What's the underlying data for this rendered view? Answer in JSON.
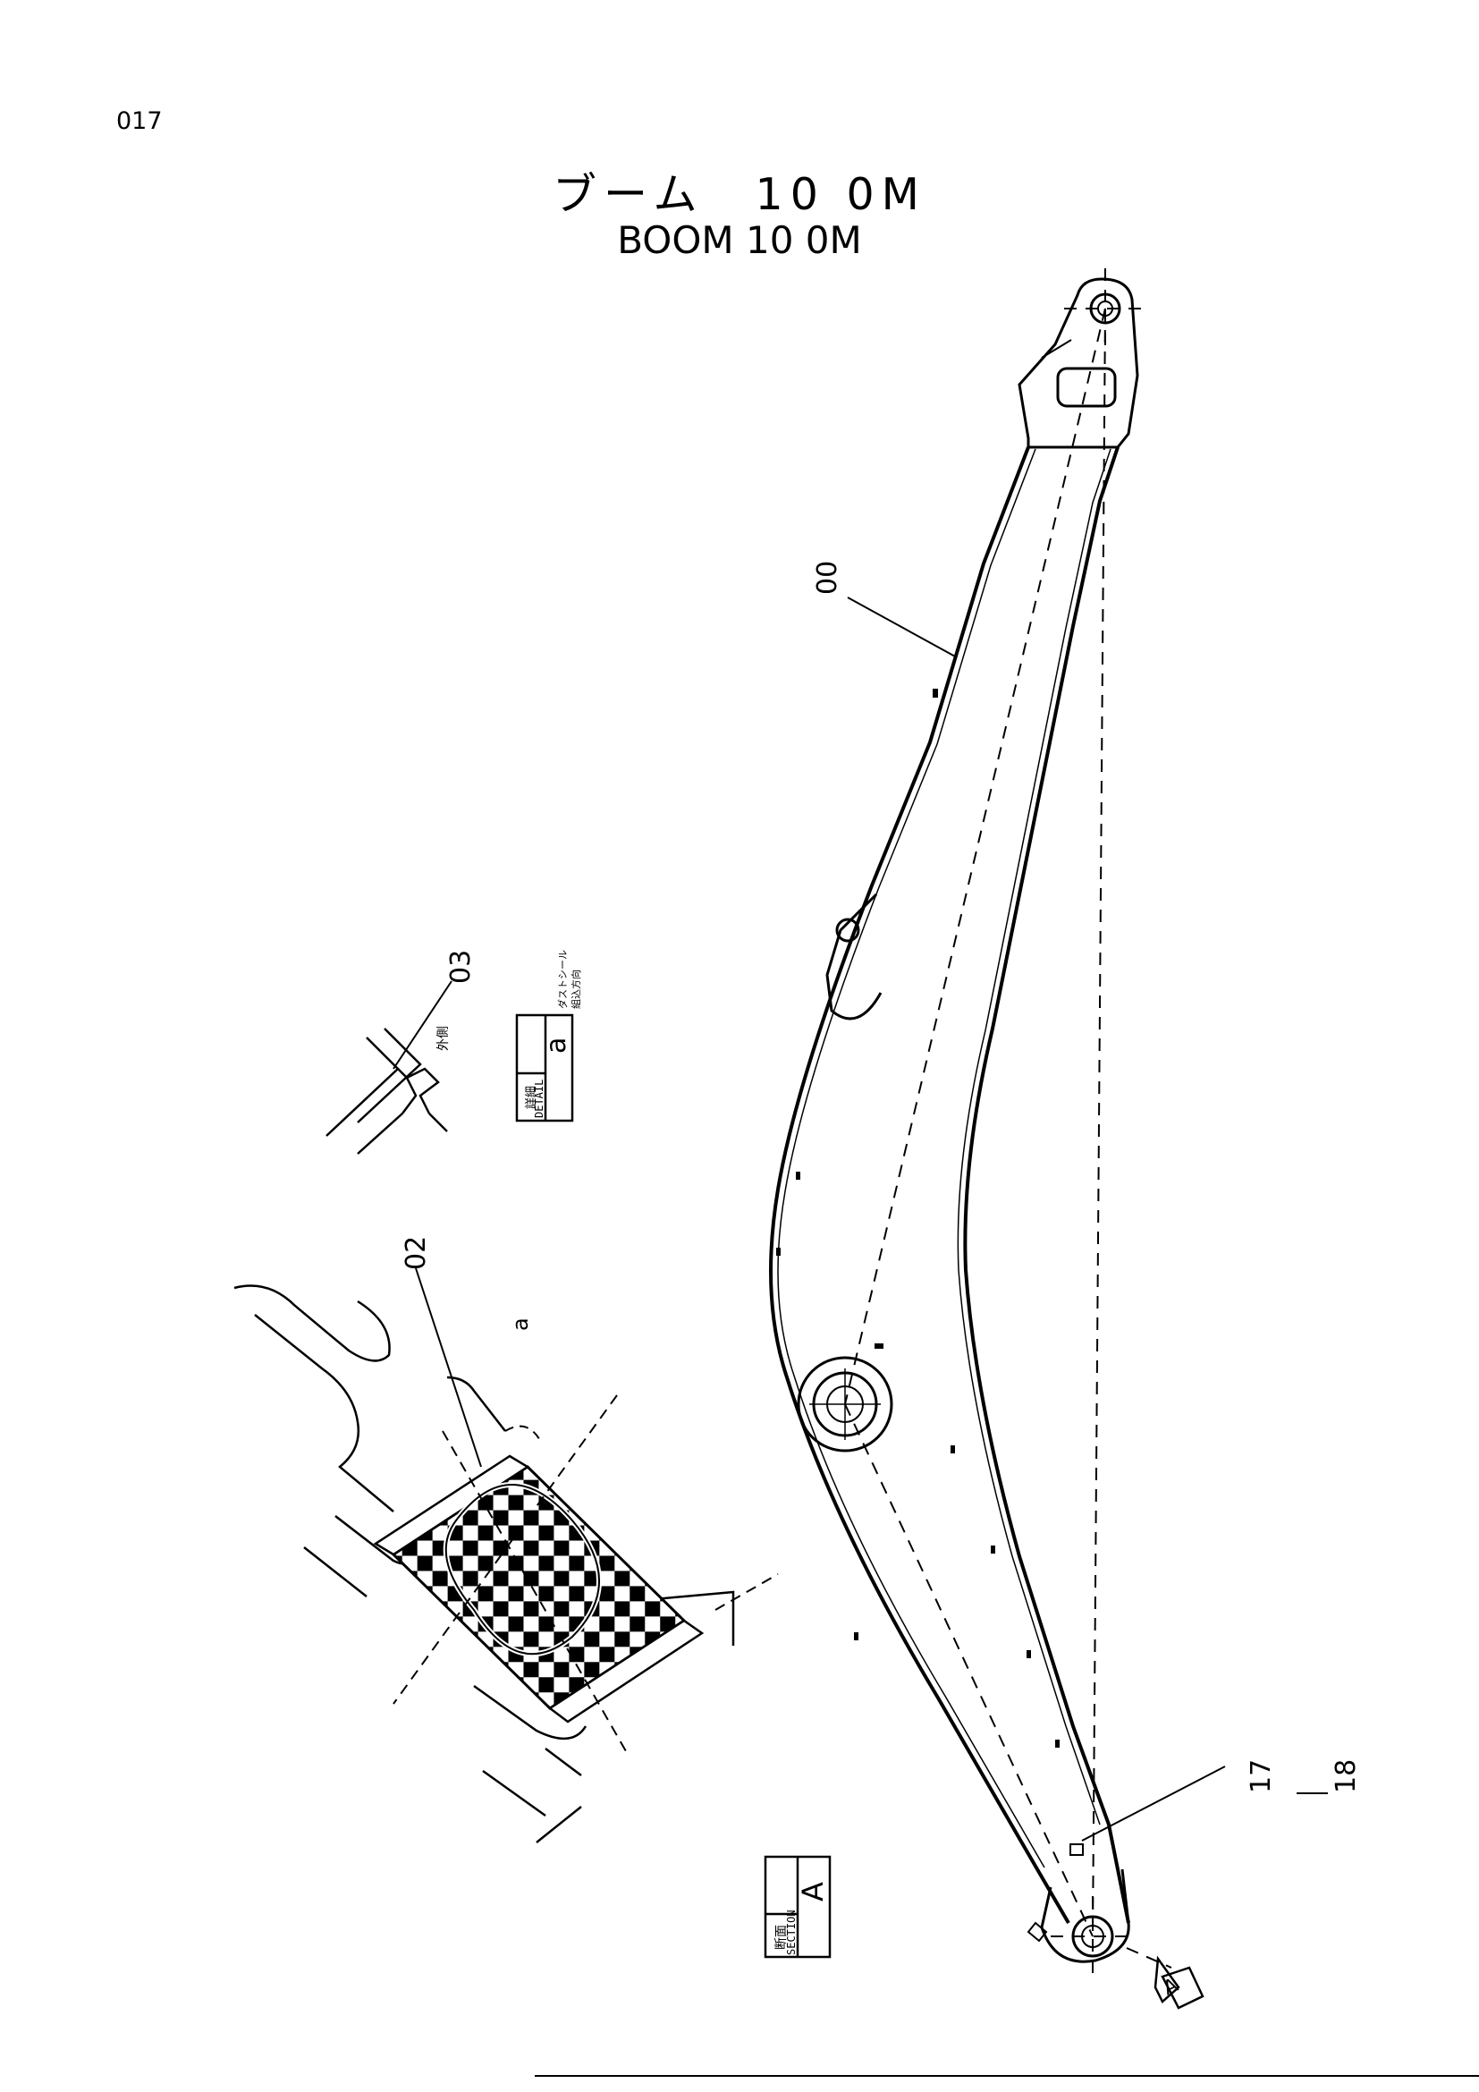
{
  "page": {
    "number": "017"
  },
  "title": {
    "jp": "ブーム　10 0M",
    "en": "BOOM 10 0M"
  },
  "callouts": {
    "part_00": "00",
    "part_02": "02",
    "part_03": "03",
    "part_17": "17",
    "part_18": "18",
    "detail_marker": "a",
    "section_marker": "A"
  },
  "detail_box": {
    "kanji": "詳細",
    "label": "DETAIL",
    "letter": "a"
  },
  "detail_note": {
    "line1": "ダストシール",
    "line2": "組込方向",
    "side": "外側"
  },
  "section_box": {
    "kanji": "断面",
    "label": "SECTION",
    "letter": "A"
  }
}
